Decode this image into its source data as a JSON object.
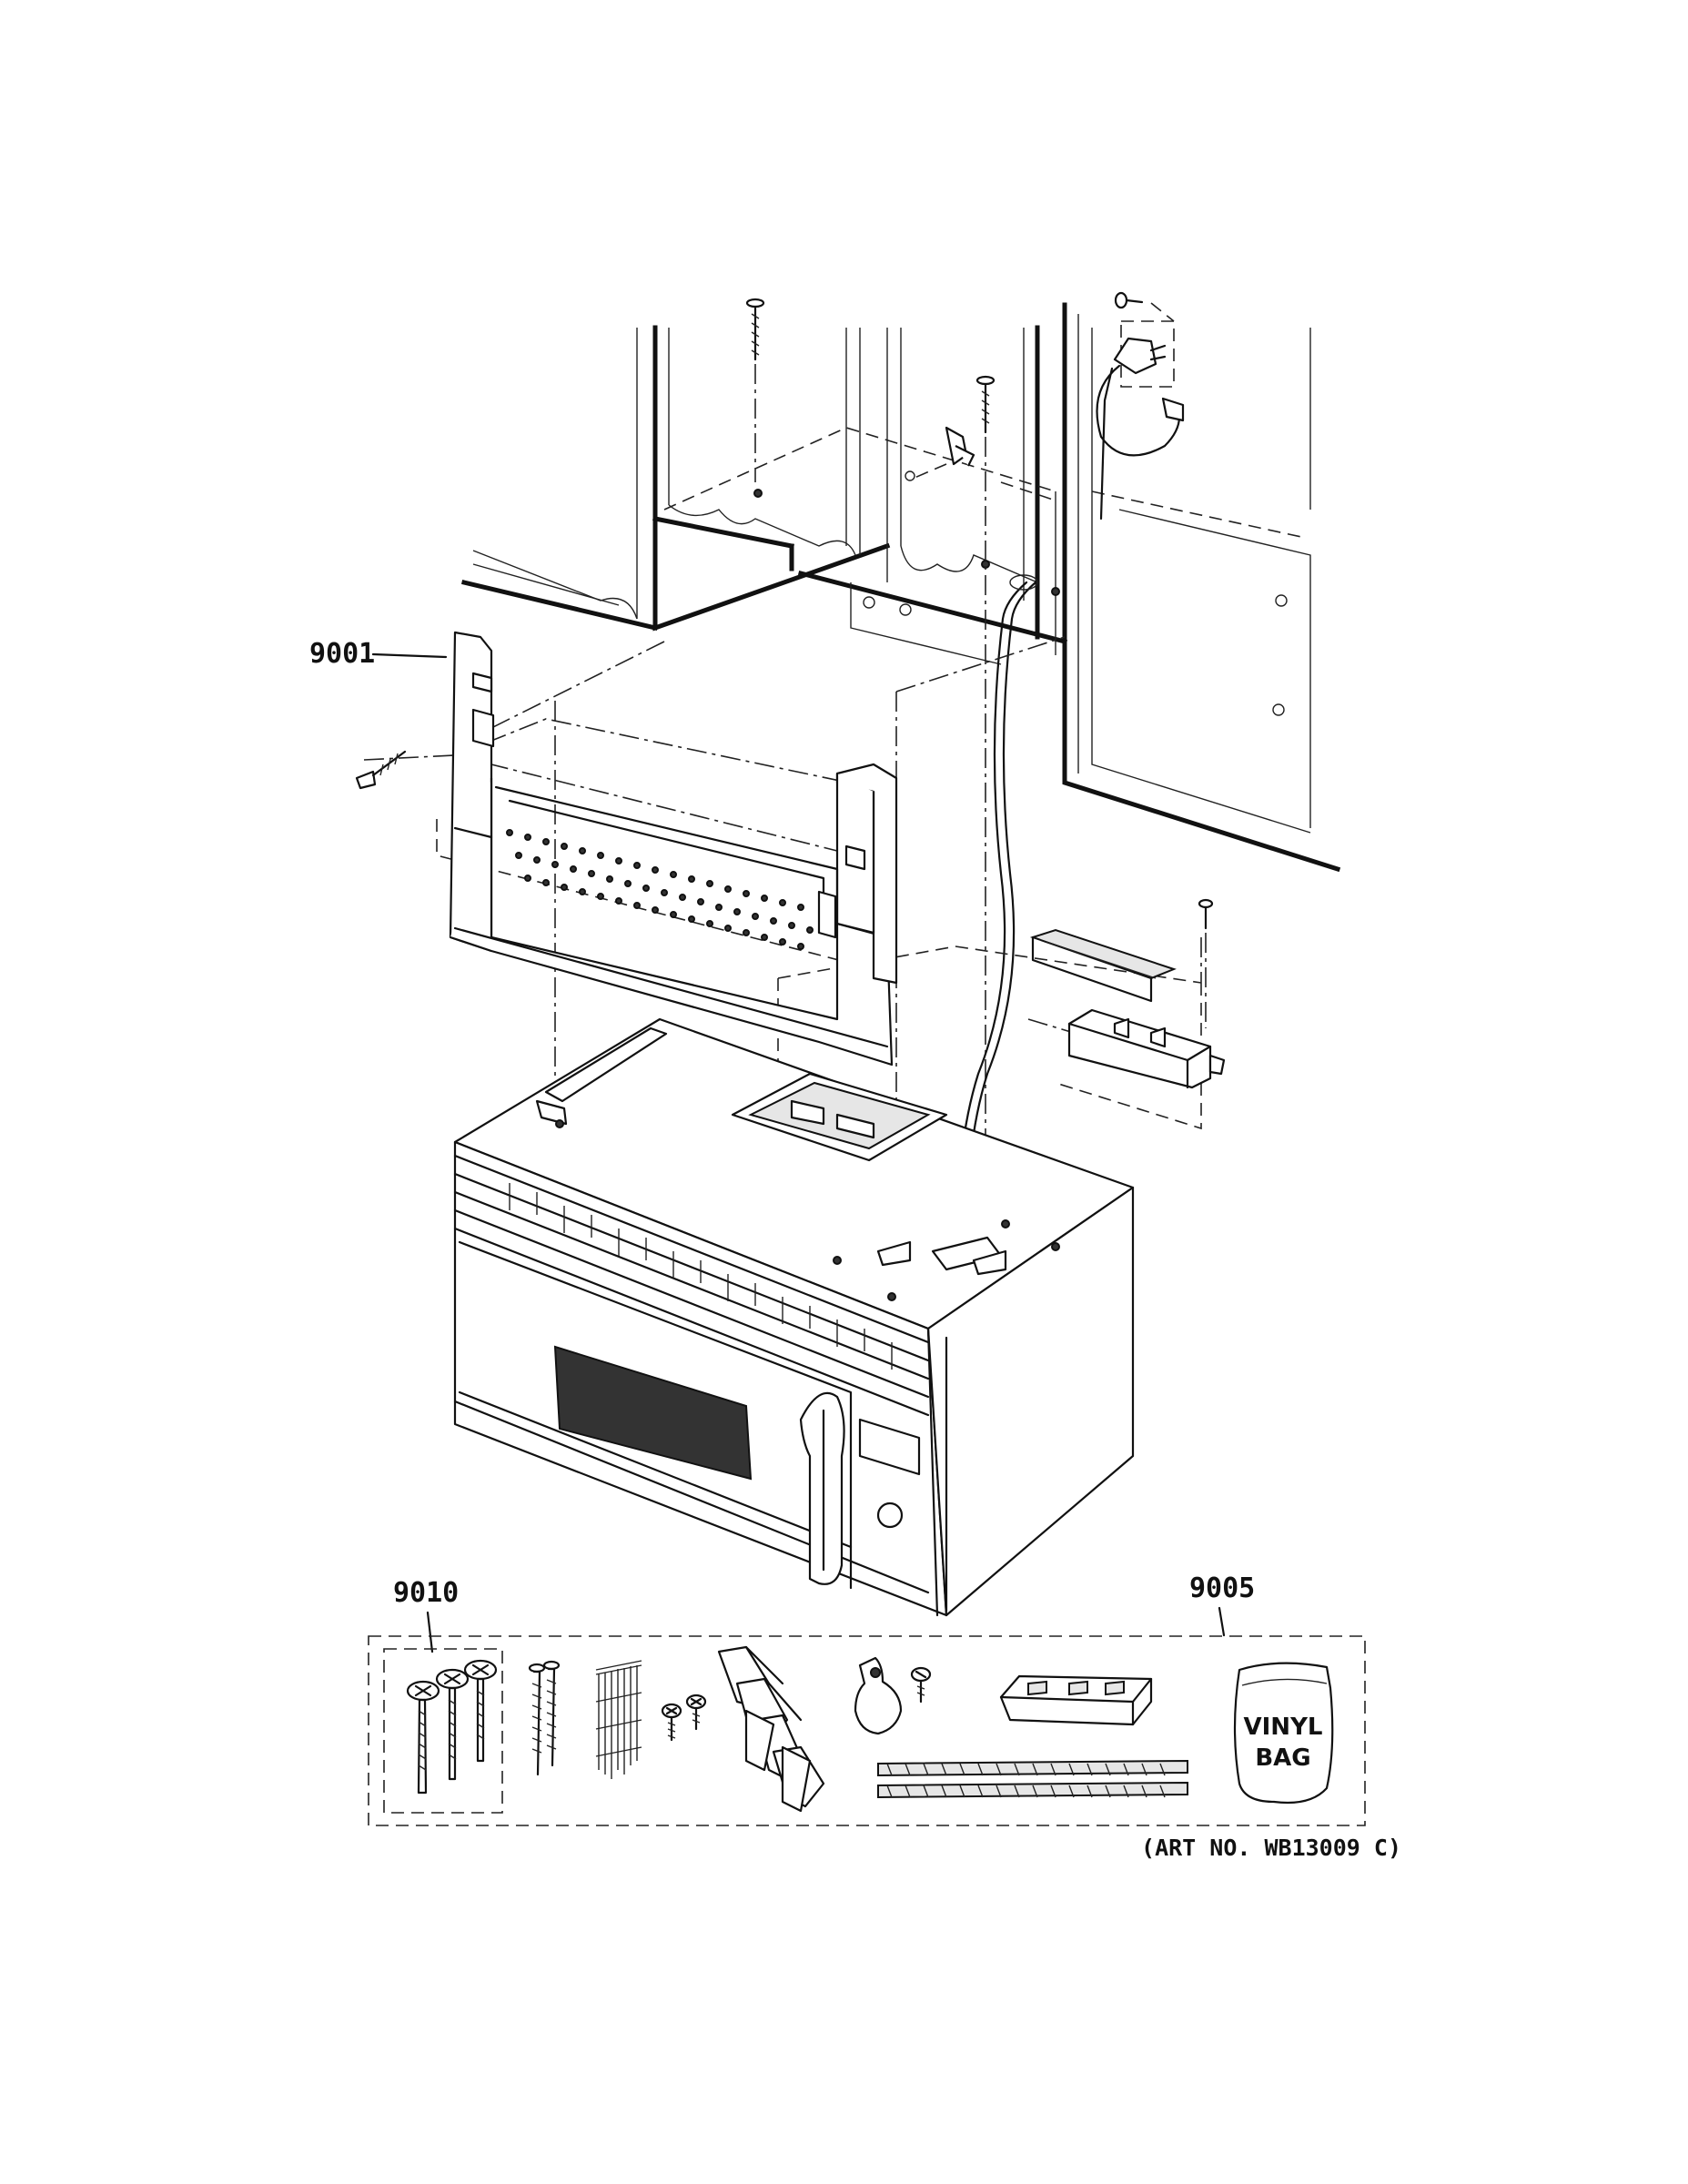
{
  "callouts": {
    "mounting_plate": "9001",
    "screw_kit": "9010",
    "hardware_kit": "9005"
  },
  "vinyl_bag": {
    "line1": "VINYL",
    "line2": "BAG"
  },
  "art_number": "(ART NO. WB13009 C)"
}
